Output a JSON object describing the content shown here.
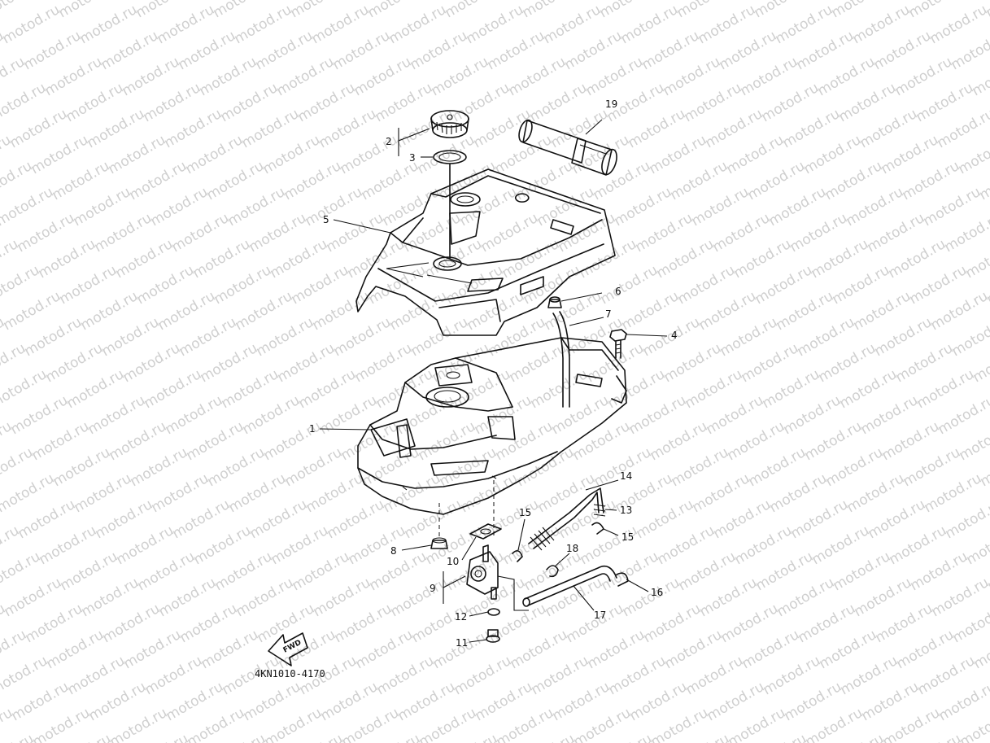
{
  "diagram": {
    "watermark": "motod.ru",
    "drawing_code": "4KN1010-4170",
    "fwd_label": "FWD",
    "callouts": [
      {
        "id": "c1",
        "text": "1"
      },
      {
        "id": "c2",
        "text": "2"
      },
      {
        "id": "c3",
        "text": "3"
      },
      {
        "id": "c4",
        "text": "4"
      },
      {
        "id": "c5",
        "text": "5"
      },
      {
        "id": "c6",
        "text": "6"
      },
      {
        "id": "c7",
        "text": "7"
      },
      {
        "id": "c8",
        "text": "8"
      },
      {
        "id": "c9",
        "text": "9"
      },
      {
        "id": "c10",
        "text": "10"
      },
      {
        "id": "c11",
        "text": "11"
      },
      {
        "id": "c12",
        "text": "12"
      },
      {
        "id": "c13",
        "text": "13"
      },
      {
        "id": "c14",
        "text": "14"
      },
      {
        "id": "c15a",
        "text": "15"
      },
      {
        "id": "c15b",
        "text": "15"
      },
      {
        "id": "c16",
        "text": "16"
      },
      {
        "id": "c17",
        "text": "17"
      },
      {
        "id": "c18",
        "text": "18"
      },
      {
        "id": "c19",
        "text": "19"
      }
    ]
  }
}
